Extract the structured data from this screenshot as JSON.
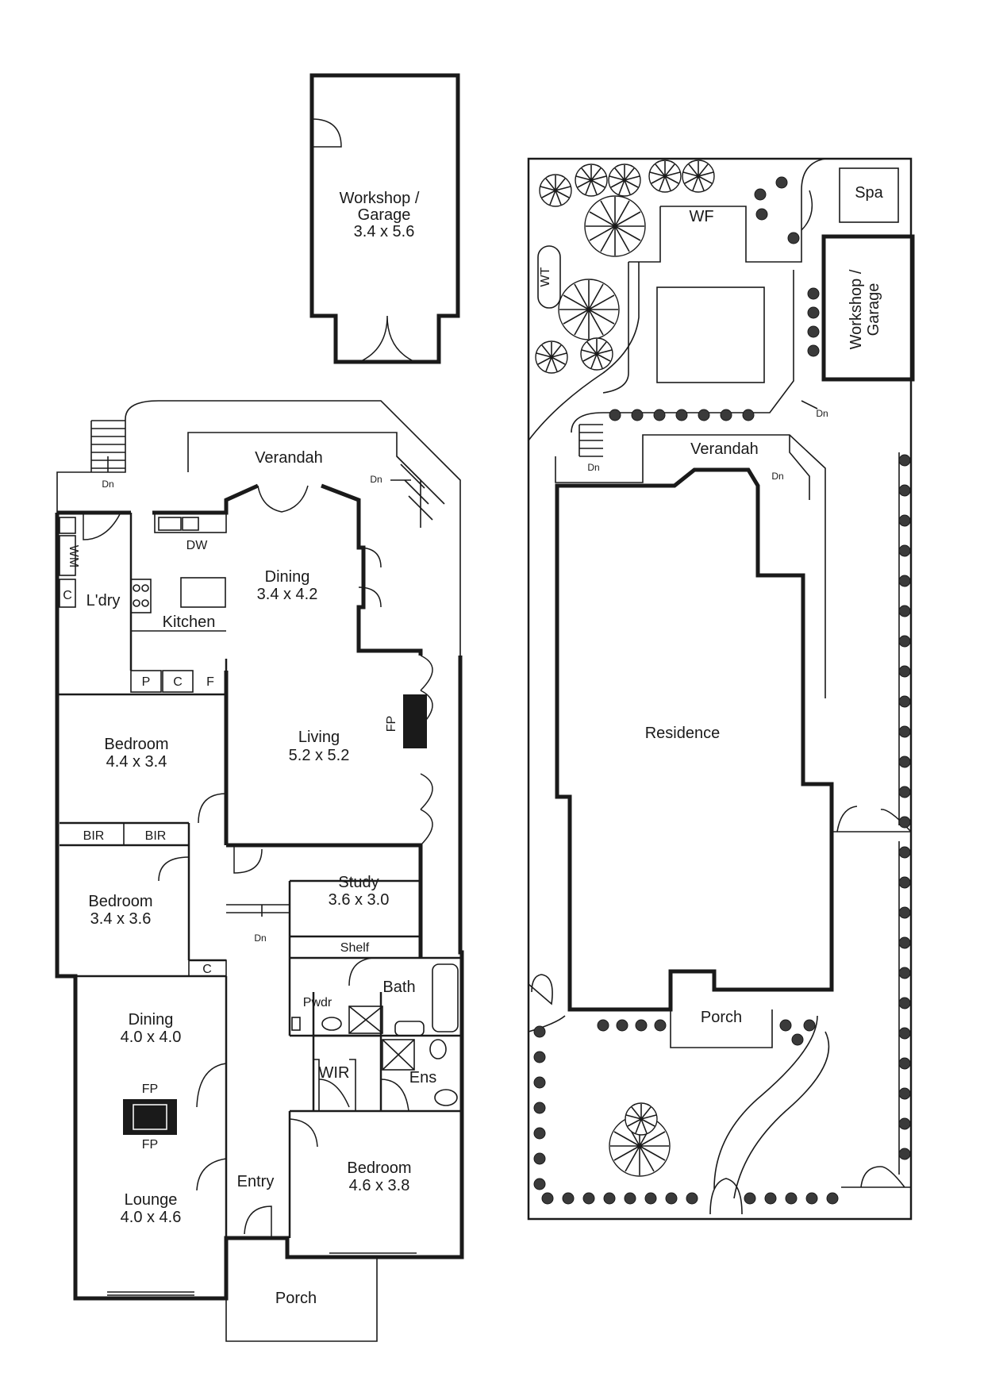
{
  "plan": {
    "workshop_main": {
      "name": "Workshop /",
      "name2": "Garage",
      "dims": "3.4 x 5.6"
    },
    "verandah": "Verandah",
    "dn": "Dn",
    "dining_top": {
      "name": "Dining",
      "dims": "3.4 x 4.2"
    },
    "dw": "DW",
    "kitchen": "Kitchen",
    "laundry": "L'dry",
    "wm": "WM",
    "c": "C",
    "p": "P",
    "f": "F",
    "bedroom1": {
      "name": "Bedroom",
      "dims": "4.4 x 3.4"
    },
    "living": {
      "name": "Living",
      "dims": "5.2 x 5.2"
    },
    "fp": "FP",
    "bir": "BIR",
    "bedroom2": {
      "name": "Bedroom",
      "dims": "3.4 x 3.6"
    },
    "study": {
      "name": "Study",
      "dims": "3.6 x 3.0"
    },
    "shelf": "Shelf",
    "bath": "Bath",
    "pwdr": "Pwdr",
    "wir": "WIR",
    "ens": "Ens",
    "dining_lower": {
      "name": "Dining",
      "dims": "4.0 x 4.0"
    },
    "lounge": {
      "name": "Lounge",
      "dims": "4.0 x 4.6"
    },
    "entry": "Entry",
    "bedroom3": {
      "name": "Bedroom",
      "dims": "4.6 x 3.8"
    },
    "porch": "Porch"
  },
  "site": {
    "spa": "Spa",
    "wf": "WF",
    "wt": "WT",
    "workshop": {
      "name": "Workshop /",
      "name2": "Garage"
    },
    "verandah": "Verandah",
    "dn": "Dn",
    "residence": "Residence",
    "porch": "Porch"
  }
}
